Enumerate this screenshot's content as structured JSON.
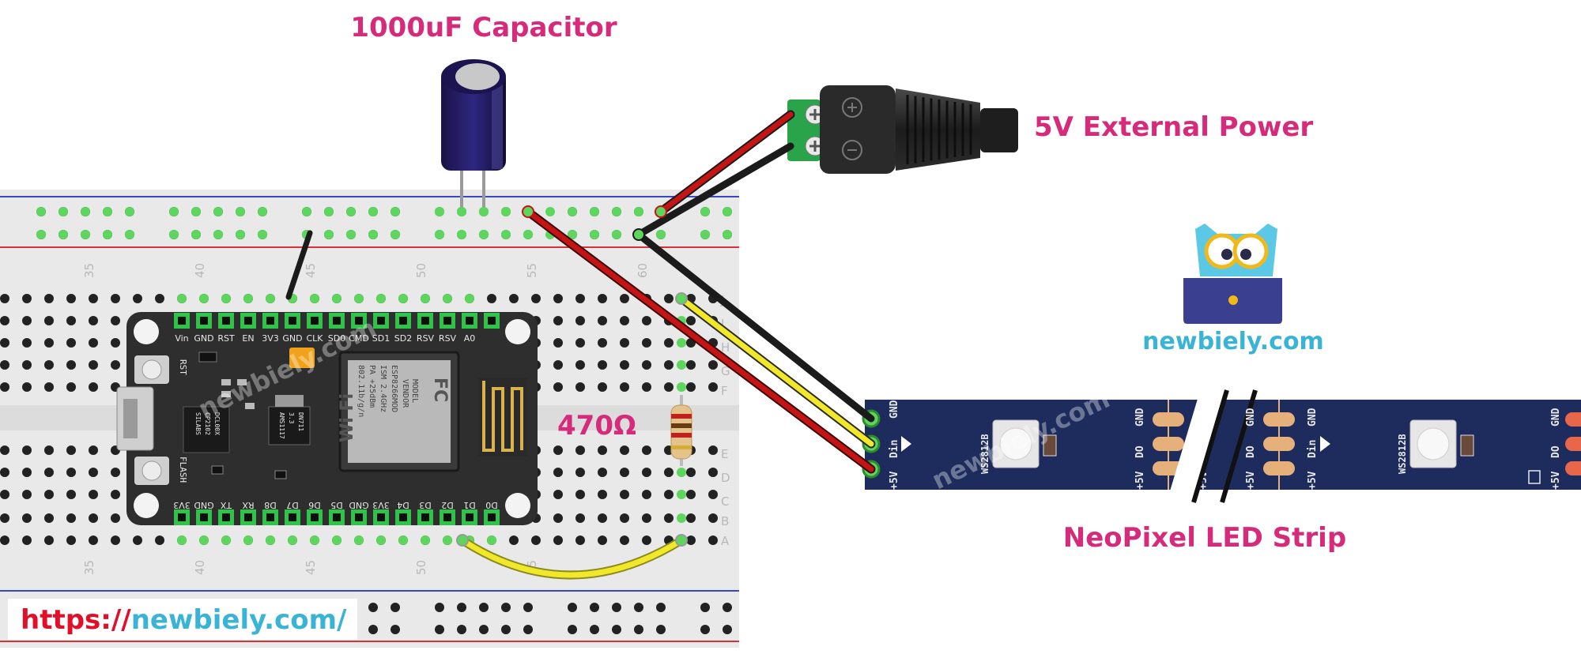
{
  "labels": {
    "capacitor": "1000uF Capacitor",
    "power": "5V External Power",
    "resistor": "470Ω",
    "strip": "NeoPixel LED Strip",
    "brand": "newbiely.com",
    "url_prefix": "https://",
    "url_domain": "newbiely.com/",
    "watermark": "newbiely.com"
  },
  "breadboard": {
    "column_numbers": [
      "35",
      "40",
      "45",
      "50",
      "55",
      "60"
    ],
    "row_letters_upper": [
      "J",
      "I",
      "H",
      "G",
      "F"
    ],
    "row_letters_lower": [
      "E",
      "D",
      "C",
      "B",
      "A"
    ]
  },
  "esp8266": {
    "top_pins": [
      "Vin",
      "GND",
      "RST",
      "EN",
      "3V3",
      "GND",
      "CLK",
      "SD0",
      "CMD",
      "SD1",
      "SD2",
      "RSV",
      "RSV",
      "A0"
    ],
    "bottom_pins": [
      "3V3",
      "GND",
      "TX",
      "RX",
      "D8",
      "D7",
      "D6",
      "D5",
      "GND",
      "3V3",
      "D4",
      "D3",
      "D2",
      "D1",
      "D0"
    ],
    "buttons": [
      "RST",
      "FLASH"
    ],
    "chip_text": [
      "MODEL",
      "VENDOR",
      "ESP8266MOD",
      "ISM 2.4GHz",
      "PA +25dBm",
      "802.11b/g/n"
    ],
    "usb_chip": [
      "SILABS",
      "CP2102",
      "DCL00X"
    ],
    "regulator": [
      "AMS1117",
      "3.3",
      "DN711"
    ],
    "wifi_text": "Wi Fi",
    "fc_text": "FC"
  },
  "strip": {
    "chip_label": "WS2812B",
    "pad_labels": [
      "GND",
      "Din",
      "+5V"
    ],
    "mid_pad_labels": [
      "GND",
      "DO",
      "+5V"
    ]
  },
  "colors": {
    "pink": "#d62a7a",
    "cyan": "#3ab4d6",
    "red_text": "#e0102a",
    "strip": "#1d2c5c",
    "board": "#2e2e2e",
    "wire_red": "#c41414",
    "wire_black": "#1b1b1b",
    "wire_yellow": "#f2e82a",
    "breadboard": "#e9e9e9"
  }
}
